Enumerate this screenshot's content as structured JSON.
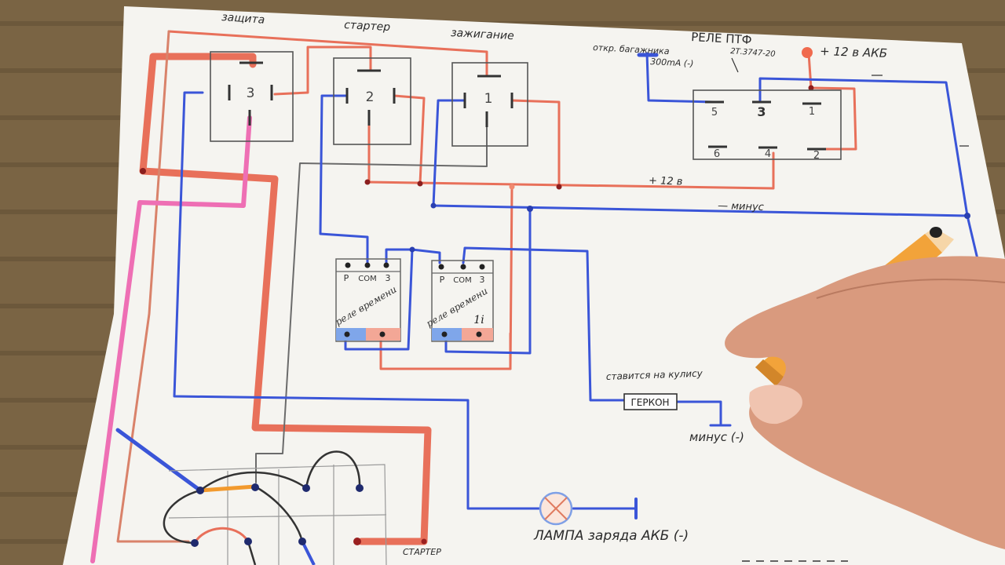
{
  "labels": {
    "zashchita": "защита",
    "starter_top": "стартер",
    "zazhiganie": "зажигание",
    "otkr_bagazhnika": "откр. багажника",
    "current_300ma": "300mA (-)",
    "rele_ptf": "РЕЛЕ ПТФ",
    "ptf_part": "2Т.3747-20",
    "plus12_akb": "+ 12 в  АКБ",
    "plus12": "+ 12 в",
    "minus_bus": "— минус",
    "stavitsya": "ставится на кулису",
    "gerkon": "ГЕРКОН",
    "minus_gerkon": "минус (-)",
    "lamp_label": "ЛАМПА  заряда АКБ (-)",
    "starter_bottom": "СТАРТЕР"
  },
  "relays": [
    {
      "num": "3"
    },
    {
      "num": "2"
    },
    {
      "num": "1"
    }
  ],
  "ptf_pins": [
    "5",
    "3",
    "1",
    "6",
    "4",
    "2"
  ],
  "timers": [
    {
      "pin_p": "P",
      "pin_com": "COM",
      "pin_3": "3",
      "label": "реле времени",
      "mark": ""
    },
    {
      "pin_p": "P",
      "pin_com": "COM",
      "pin_3": "3",
      "label": "реле времени",
      "mark": "1i"
    }
  ],
  "colors": {
    "red_wire": "#e8705a",
    "pink_wire": "#ee6fb4",
    "blue_wire": "#3a55d8",
    "gray_wire": "#6b6b6b",
    "paper": "#f5f4f0",
    "pencil": "#f2a33a"
  }
}
